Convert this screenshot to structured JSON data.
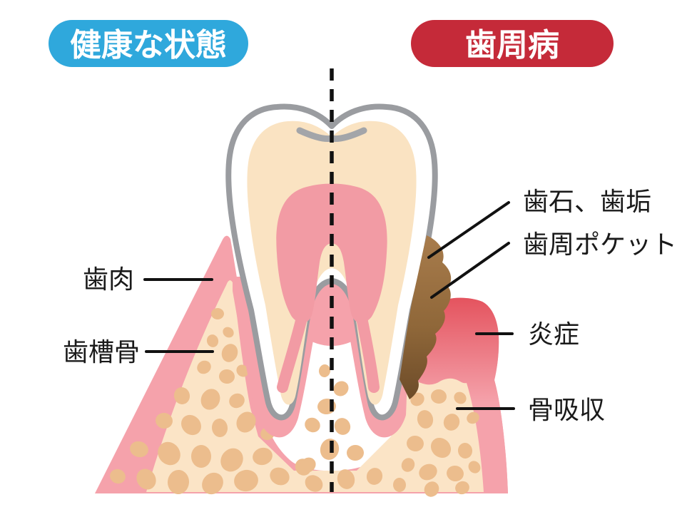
{
  "badges": {
    "healthy": "健康な状態",
    "disease": "歯周病"
  },
  "labels": {
    "gum": "歯肉",
    "alveolar_bone": "歯槽骨",
    "tartar_plaque": "歯石、歯垢",
    "periodontal_pocket": "歯周ポケット",
    "inflammation": "炎症",
    "bone_resorption": "骨吸収"
  },
  "colors": {
    "healthy_blue": "#2FA8DC",
    "disease_red": "#C52A39",
    "gum_pink": "#F5A2AB",
    "bone_cream": "#FBE4C6",
    "bone_spot": "#ECBD8D",
    "dentin_cream": "#FAE3C2",
    "pulp_pink": "#F29BA4",
    "tooth_outline": "#9A9CA0",
    "tartar_brown": "#8F6739",
    "inflamed_red": "#E4525D",
    "label_text": "#1A1A1A"
  }
}
